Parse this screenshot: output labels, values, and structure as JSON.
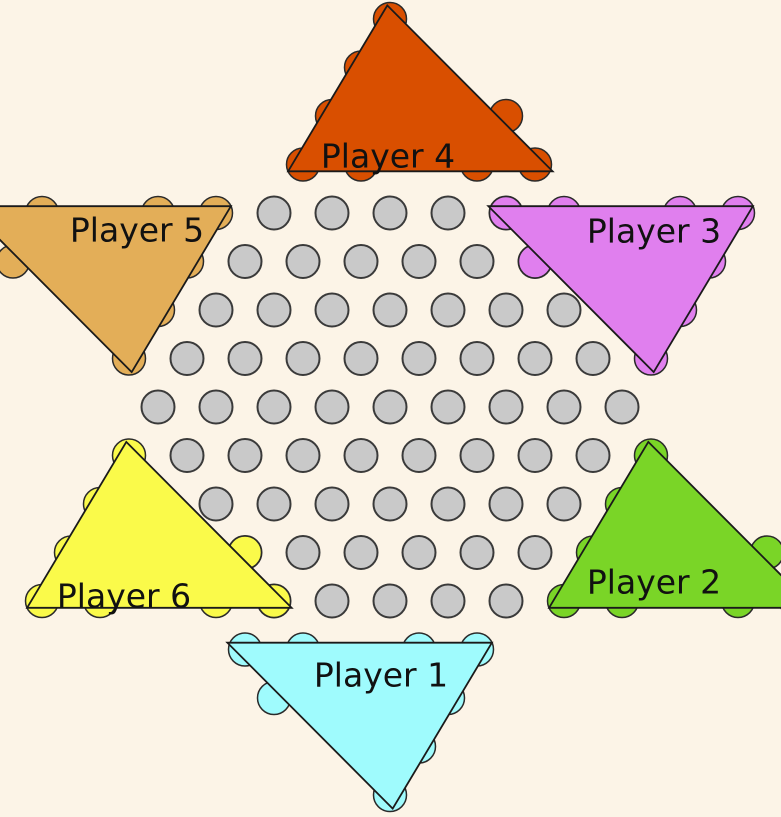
{
  "board": {
    "background_color": "#fcf4e7",
    "hole_color": "#c9c9c9"
  },
  "players": [
    {
      "id": 1,
      "name": "Player 1",
      "color": "#9ffbfd",
      "home": "bottom"
    },
    {
      "id": 2,
      "name": "Player 2",
      "color": "#7ad527",
      "home": "bottom-right"
    },
    {
      "id": 3,
      "name": "Player 3",
      "color": "#e07fee",
      "home": "top-right"
    },
    {
      "id": 4,
      "name": "Player 4",
      "color": "#d94f00",
      "home": "top"
    },
    {
      "id": 5,
      "name": "Player 5",
      "color": "#e3ae58",
      "home": "top-left"
    },
    {
      "id": 6,
      "name": "Player 6",
      "color": "#fafa4a",
      "home": "bottom-left"
    }
  ]
}
